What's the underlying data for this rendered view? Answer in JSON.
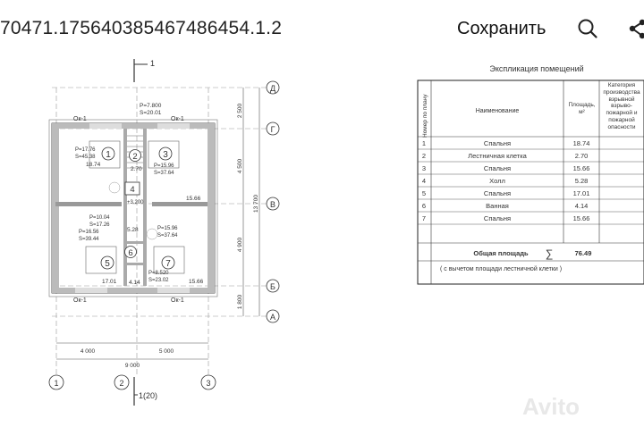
{
  "header": {
    "title": "70471.175640385467486454.1.2",
    "save_label": "Сохранить",
    "search_icon": "search-icon",
    "share_icon": "share-icon"
  },
  "plan": {
    "section_top": "1",
    "section_bottom": "1(20)",
    "rows": [
      "Д",
      "Г",
      "В",
      "Б",
      "А"
    ],
    "cols": [
      "1",
      "2",
      "3"
    ],
    "dims_right": [
      "2 500",
      "4 500",
      "13 700",
      "4 900",
      "1 800"
    ],
    "dims_bottom": [
      "4 000",
      "5 000",
      "9 000"
    ],
    "windows": [
      "Ок-1",
      "Ок-1",
      "Ок-1",
      "Ок-1"
    ],
    "rooms": [
      {
        "num": "1",
        "area": "18.74",
        "p": "Р=17.76",
        "s": "S=45.38"
      },
      {
        "num": "2",
        "area": "2.70",
        "p": "",
        "s": ""
      },
      {
        "num": "3",
        "area": "15.66",
        "p": "Р=15.96",
        "s": "S=37.64"
      },
      {
        "num": "4",
        "area": "5.28",
        "p": "Р=10.04",
        "s": "S=17.26"
      },
      {
        "num": "5",
        "area": "17.01",
        "p": "Р=16.56",
        "s": "S=39.44"
      },
      {
        "num": "6",
        "area": "4.14",
        "p": "",
        "s": ""
      },
      {
        "num": "7",
        "area": "15.66",
        "p": "Р=15.96",
        "s": "S=37.64"
      }
    ],
    "top_p": "Р=7.800",
    "top_s": "S=20.01",
    "level": "+3.200",
    "room6_p": "Р=8.520",
    "room6_s": "S=23.02"
  },
  "table": {
    "title": "Экспликация помещений",
    "col_num": "Номер по плану",
    "col_name": "Наименование",
    "col_area": "Площадь, м²",
    "col_cat": "Категория производства взрывной взрыво-пожарной и пожарной опасности",
    "rows": [
      {
        "n": "1",
        "name": "Спальня",
        "area": "18.74"
      },
      {
        "n": "2",
        "name": "Лестничная клетка",
        "area": "2.70"
      },
      {
        "n": "3",
        "name": "Спальня",
        "area": "15.66"
      },
      {
        "n": "4",
        "name": "Холл",
        "area": "5.28"
      },
      {
        "n": "5",
        "name": "Спальня",
        "area": "17.01"
      },
      {
        "n": "6",
        "name": "Ванная",
        "area": "4.14"
      },
      {
        "n": "7",
        "name": "Спальня",
        "area": "15.66"
      }
    ],
    "total_label": "Общая площадь",
    "sigma": "∑",
    "total_value": "76.49",
    "note": "( с вычетом площади лестничной клетки )"
  },
  "watermark": "Avito"
}
